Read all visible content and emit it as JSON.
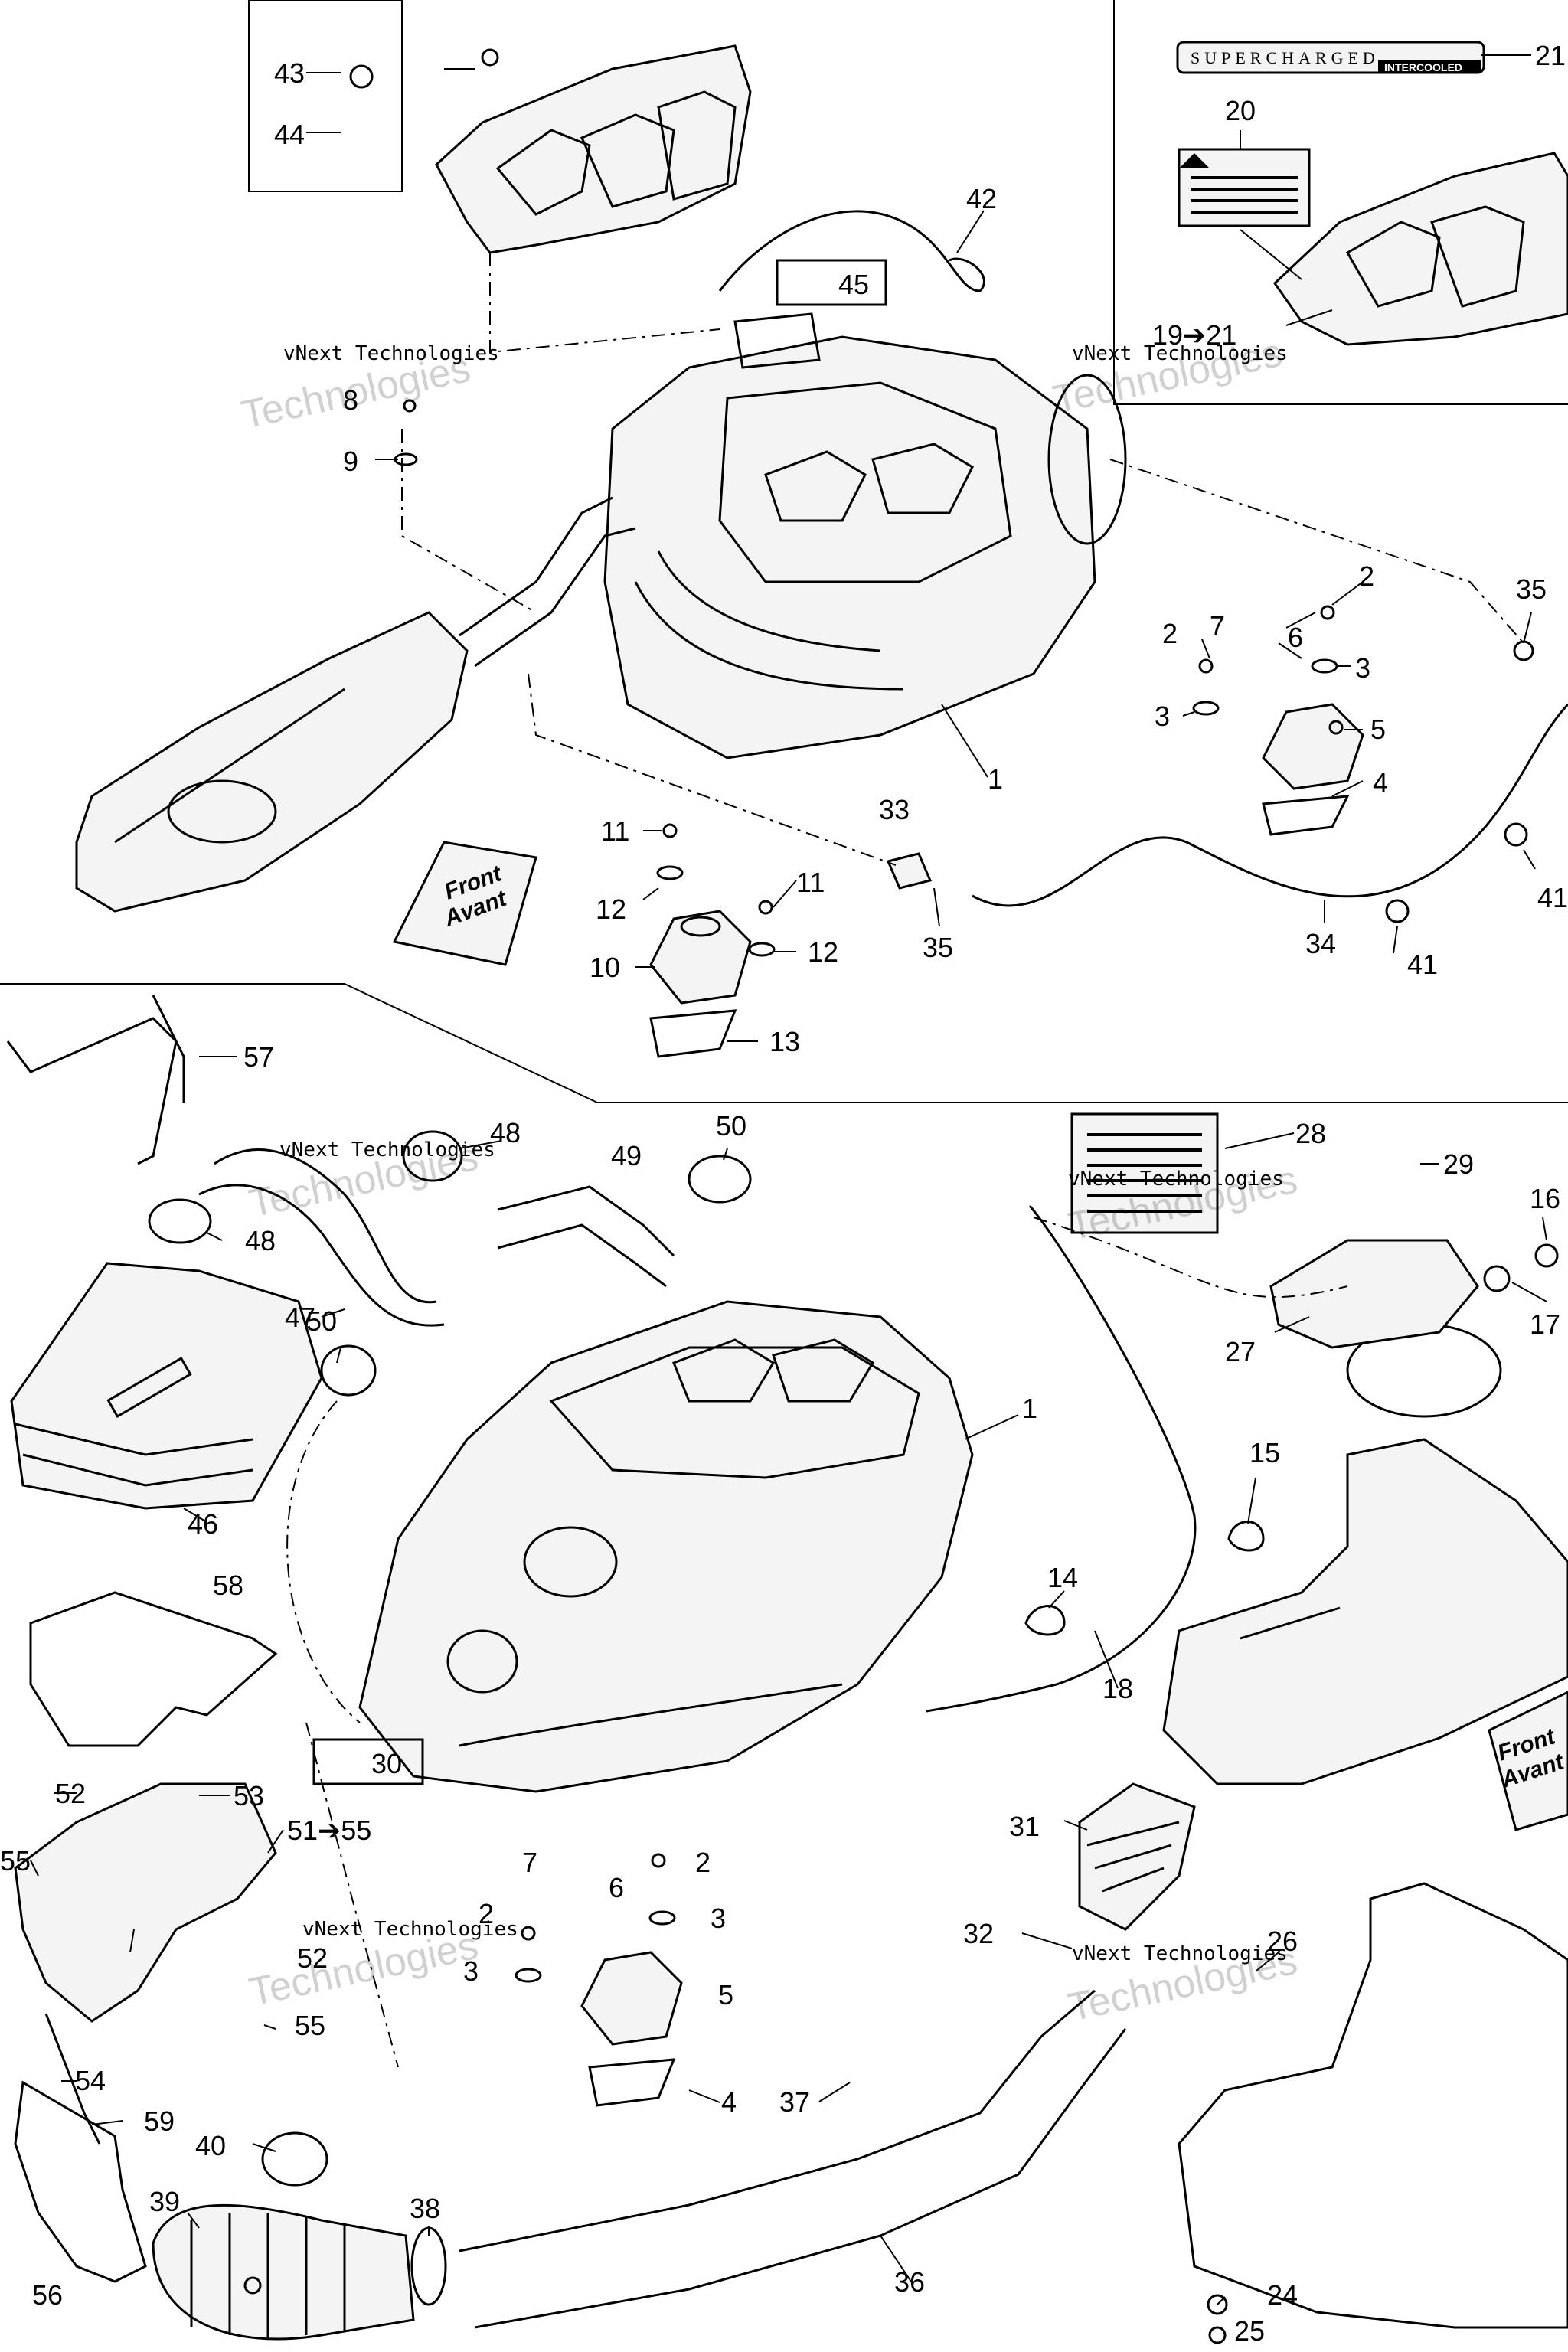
{
  "watermark": {
    "line1": "vNext Technologies",
    "line2": "Technologies"
  },
  "front_arrow": {
    "line1": "Front",
    "line2": "Avant"
  },
  "decal": {
    "main": "SUPERCHARGED",
    "sub": "INTERCOOLED"
  },
  "callouts": [
    "43",
    "44",
    "21",
    "20",
    "42",
    "45",
    "19➔21",
    "8",
    "9",
    "35",
    "2",
    "7",
    "2",
    "6",
    "3",
    "3",
    "5",
    "4",
    "1",
    "33",
    "11",
    "11",
    "12",
    "12",
    "10",
    "13",
    "35",
    "34",
    "41",
    "41",
    "57",
    "48",
    "50",
    "49",
    "48",
    "28",
    "29",
    "16",
    "17",
    "47",
    "50",
    "27",
    "46",
    "1",
    "15",
    "58",
    "14",
    "18",
    "30",
    "52",
    "53",
    "51➔55",
    "55",
    "7",
    "2",
    "6",
    "2",
    "3",
    "3",
    "52",
    "5",
    "31",
    "32",
    "26",
    "54",
    "55",
    "4",
    "59",
    "37",
    "40",
    "39",
    "38",
    "56",
    "36",
    "24",
    "25"
  ]
}
